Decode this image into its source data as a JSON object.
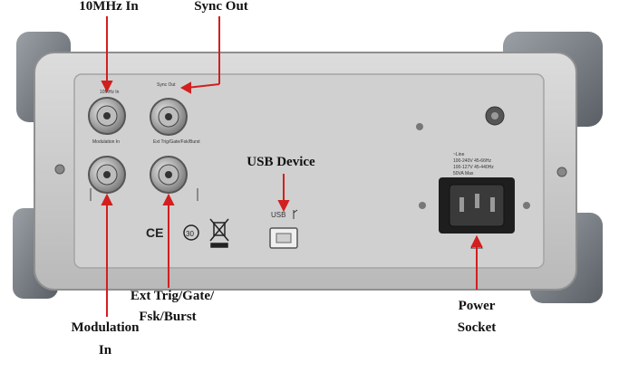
{
  "labels": {
    "ten_mhz_in": "10MHz In",
    "sync_out": "Sync Out",
    "usb_device": "USB Device",
    "ext_trig_line1": "Ext Trig/Gate/",
    "ext_trig_line2": "Fsk/Burst",
    "modulation_line1": "Modulation",
    "modulation_line2": "In",
    "power_line1": "Power",
    "power_line2": "Socket"
  },
  "panel_text": {
    "port_10mhz": "10MHz In",
    "port_sync": "Sync Out",
    "port_modulation": "Modulation In",
    "port_exttrig": "Ext Trig/Gate/Fsk/Burst",
    "usb": "USB",
    "power_line": "~Line",
    "power_spec1": "100-240V 45-66Hz",
    "power_spec2": "100-127V 45-440Hz",
    "power_spec3": "50VA Max",
    "ce_mark": "CE",
    "rohs_mark": "30"
  },
  "colors": {
    "panel_body": "#c9c9c9",
    "panel_inner": "#d6d6d6",
    "rubber_feet": "#6f747a",
    "arrow": "#d21f1f",
    "connector_metal": "#a8a8a8"
  }
}
